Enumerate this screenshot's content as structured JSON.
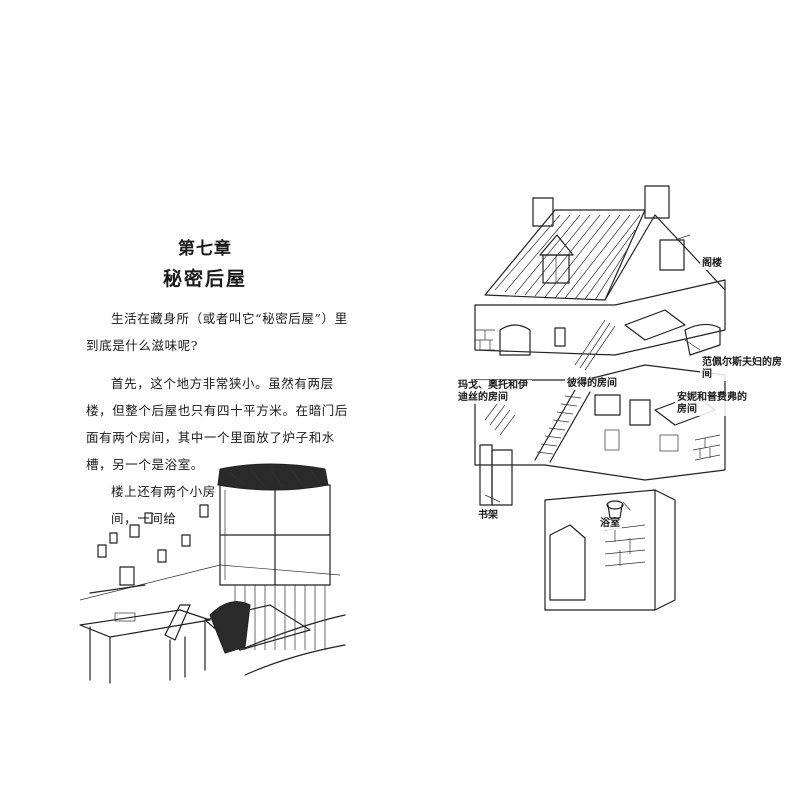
{
  "left_page": {
    "chapter_number": "第七章",
    "chapter_title": "秘密后屋",
    "paragraph_1": "生活在藏身所（或者叫它“秘密后屋”）里到底是什么滋味呢?",
    "paragraph_2_lines": [
      "首先，这个地方非常狭小。虽然有两层楼，但整个后屋也只有四十平方米。在暗门后面有两个房间，其中一个里面放了炉子和水槽，另一个是浴室。",
      "楼上还有两个小房",
      "间，一间给"
    ]
  },
  "house_labels": {
    "attic": "阁楼",
    "van_pels_room": "范佩尔斯夫妇的房间",
    "margot_room": "玛戈、奥托和伊迪丝的房间",
    "peter_room": "彼得的房间",
    "anne_fritz_room": "安妮和普费弗的房间",
    "bookcase": "书架",
    "bathroom": "浴室"
  }
}
